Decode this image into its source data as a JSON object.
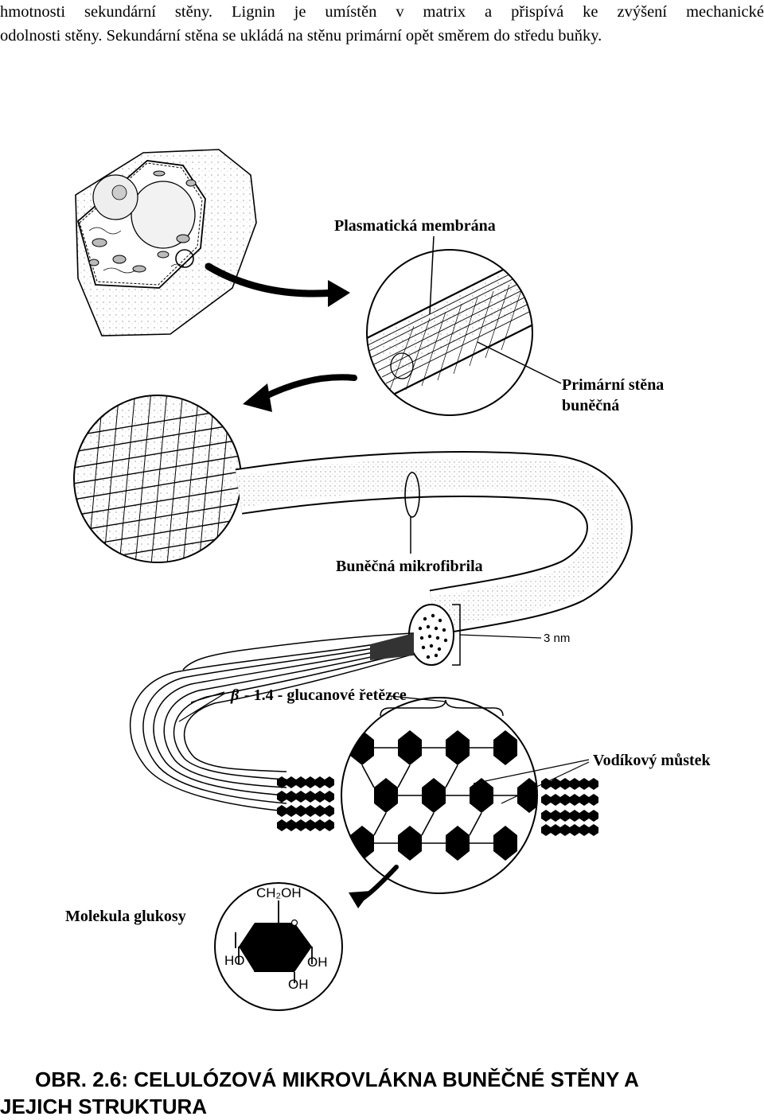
{
  "intro": {
    "line1": "hmotnosti sekundární stěny. Lignin je umístěn v matrix a přispívá ke zvýšení mechanické",
    "line2": "odolnosti stěny. Sekundární stěna se ukládá na stěnu primární opět směrem do středu buňky."
  },
  "figure": {
    "labels": {
      "plasma_membrane": "Plasmatická membrána",
      "primary_wall_1": "Primární stěna",
      "primary_wall_2": "buněčná",
      "microfibril": "Buněčná mikrofibrila",
      "size": "3 nm",
      "beta_symbol": "β",
      "glucan_chains": "- 1.4 - glucanové řetězce",
      "hydrogen_bridge": "Vodíkový můstek",
      "glucose_molecule": "Molekula glukosy"
    },
    "glucose": {
      "ch2oh": "CH₂OH",
      "ho_left": "HO",
      "oh_right": "OH",
      "oh_bottom": "OH"
    }
  },
  "caption": {
    "line1": "OBR. 2.6: CELULÓZOVÁ MIKROVLÁKNA BUNĚČNÉ STĚNY A",
    "line2": "JEJICH STRUKTURA"
  }
}
